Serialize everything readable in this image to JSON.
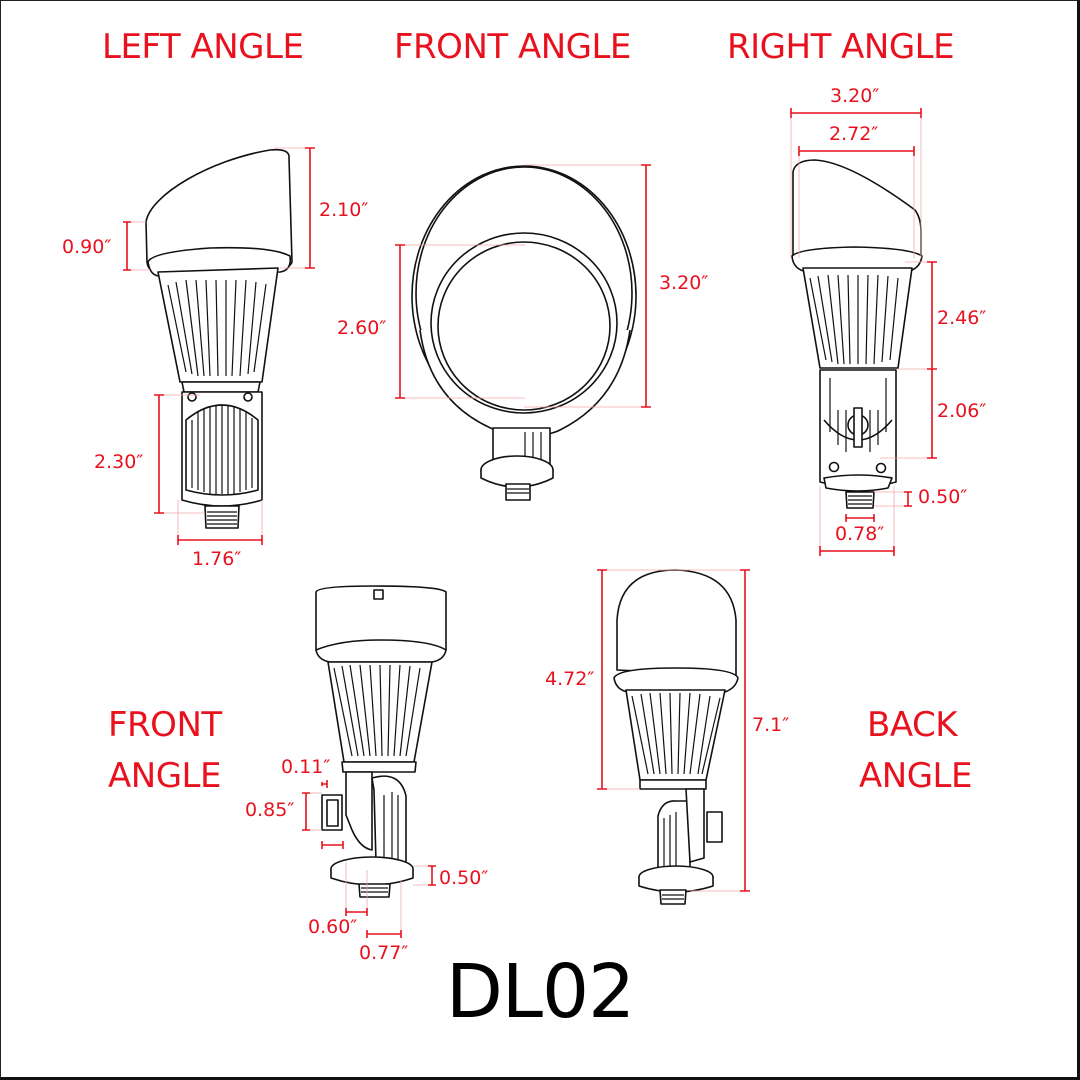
{
  "model": "DL02",
  "colors": {
    "annotation": "#e8121e",
    "outline": "#111111",
    "background": "#ffffff"
  },
  "views": {
    "left_angle": {
      "title": "LEFT ANGLE",
      "dims": {
        "shroud_height": "2.10″",
        "shroud_front": "0.90″",
        "bracket_height": "2.30″",
        "base_width": "1.76″"
      }
    },
    "front_angle_top": {
      "title": "FRONT ANGLE",
      "dims": {
        "lens_diameter": "2.60″",
        "shroud_diameter": "3.20″"
      }
    },
    "right_angle": {
      "title": "RIGHT ANGLE",
      "dims": {
        "shroud_outer_width": "3.20″",
        "shroud_inner_width": "2.72″",
        "heatsink_height": "2.46″",
        "bracket_height": "2.06″",
        "thread_height": "0.50″",
        "thread_width": "0.78″"
      }
    },
    "front_angle_bottom": {
      "title_line1": "FRONT",
      "title_line2": "ANGLE",
      "dims": {
        "knob_offset": "0.11″",
        "knob_height": "0.85″",
        "collar_height": "0.50″",
        "stem_offset": "0.60″",
        "collar_radius": "0.77″"
      }
    },
    "back_angle": {
      "title_line1": "BACK",
      "title_line2": "ANGLE",
      "dims": {
        "head_height": "4.72″",
        "total_height": "7.1″"
      }
    }
  }
}
